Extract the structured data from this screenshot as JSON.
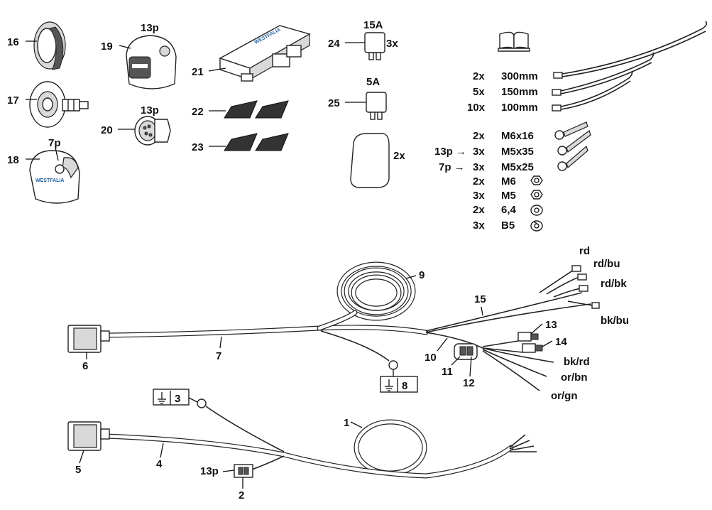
{
  "parts": {
    "p16": "16",
    "p17": "17",
    "p18": "18",
    "p19": "19",
    "p20": "20",
    "p21": "21",
    "p22": "22",
    "p23": "23",
    "p24": "24",
    "p25": "25",
    "p1": "1",
    "p2": "2",
    "p3": "3",
    "p4": "4",
    "p5": "5",
    "p6": "6",
    "p7": "7",
    "p8": "8",
    "p9": "9",
    "p10": "10",
    "p11": "11",
    "p12": "12",
    "p13": "13",
    "p14": "14",
    "p15": "15"
  },
  "socket_labels": {
    "s19": "13p",
    "s20": "13p",
    "s18": "7p",
    "s2": "13p"
  },
  "fuses": {
    "f24_rating": "15A",
    "f24_qty": "3x",
    "f25_rating": "5A"
  },
  "pad_qty": "2x",
  "brand": "WESTFALIA",
  "ties": [
    {
      "qty": "2x",
      "size": "300mm"
    },
    {
      "qty": "5x",
      "size": "150mm"
    },
    {
      "qty": "10x",
      "size": "100mm"
    }
  ],
  "hardware": [
    {
      "prefix": "",
      "qty": "2x",
      "item": "M6x16"
    },
    {
      "prefix": "13p →",
      "qty": "3x",
      "item": "M5x35"
    },
    {
      "prefix": "7p →",
      "qty": "3x",
      "item": "M5x25"
    },
    {
      "prefix": "",
      "qty": "2x",
      "item": "M6"
    },
    {
      "prefix": "",
      "qty": "3x",
      "item": "M5"
    },
    {
      "prefix": "",
      "qty": "2x",
      "item": "6,4"
    },
    {
      "prefix": "",
      "qty": "3x",
      "item": "B5"
    }
  ],
  "wires": {
    "rd": "rd",
    "rd_bu": "rd/bu",
    "rd_bk": "rd/bk",
    "bk_bu": "bk/bu",
    "bk_rd": "bk/rd",
    "or_bn": "or/bn",
    "or_gn": "or/gn"
  }
}
